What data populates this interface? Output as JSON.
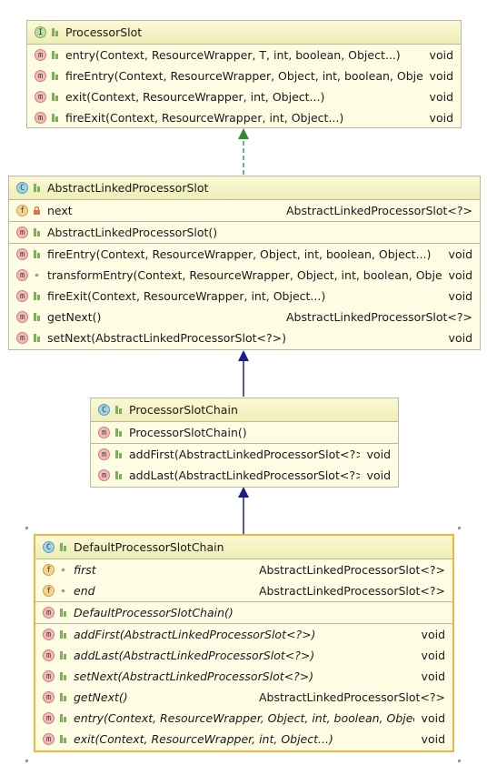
{
  "classes": {
    "processor_slot": {
      "title": "ProcessorSlot",
      "methods": [
        {
          "name": "entry(Context, ResourceWrapper, T, int, boolean, Object...)",
          "type": "void"
        },
        {
          "name": "fireEntry(Context, ResourceWrapper, Object, int, boolean, Object...)",
          "type": "void"
        },
        {
          "name": "exit(Context, ResourceWrapper, int, Object...)",
          "type": "void"
        },
        {
          "name": "fireExit(Context, ResourceWrapper, int, Object...)",
          "type": "void"
        }
      ]
    },
    "abstract_linked": {
      "title": "AbstractLinkedProcessorSlot",
      "fields": [
        {
          "name": "next",
          "type": "AbstractLinkedProcessorSlot<?>"
        }
      ],
      "constructors": [
        {
          "name": "AbstractLinkedProcessorSlot()"
        }
      ],
      "methods": [
        {
          "name": "fireEntry(Context, ResourceWrapper, Object, int, boolean, Object...)",
          "type": "void"
        },
        {
          "name": "transformEntry(Context, ResourceWrapper, Object, int, boolean, Object...)",
          "type": "void"
        },
        {
          "name": "fireExit(Context, ResourceWrapper, int, Object...)",
          "type": "void"
        },
        {
          "name": "getNext()",
          "type": "AbstractLinkedProcessorSlot<?>"
        },
        {
          "name": "setNext(AbstractLinkedProcessorSlot<?>)",
          "type": "void"
        }
      ]
    },
    "slot_chain": {
      "title": "ProcessorSlotChain",
      "constructors": [
        {
          "name": "ProcessorSlotChain()"
        }
      ],
      "methods": [
        {
          "name": "addFirst(AbstractLinkedProcessorSlot<?>)",
          "type": "void"
        },
        {
          "name": "addLast(AbstractLinkedProcessorSlot<?>)",
          "type": "void"
        }
      ]
    },
    "default_chain": {
      "title": "DefaultProcessorSlotChain",
      "fields": [
        {
          "name": "first",
          "type": "AbstractLinkedProcessorSlot<?>"
        },
        {
          "name": "end",
          "type": "AbstractLinkedProcessorSlot<?>"
        }
      ],
      "constructors": [
        {
          "name": "DefaultProcessorSlotChain()"
        }
      ],
      "methods": [
        {
          "name": "addFirst(AbstractLinkedProcessorSlot<?>)",
          "type": "void"
        },
        {
          "name": "addLast(AbstractLinkedProcessorSlot<?>)",
          "type": "void"
        },
        {
          "name": "setNext(AbstractLinkedProcessorSlot<?>)",
          "type": "void"
        },
        {
          "name": "getNext()",
          "type": "AbstractLinkedProcessorSlot<?>"
        },
        {
          "name": "entry(Context, ResourceWrapper, Object, int, boolean, Object...)",
          "type": "void"
        },
        {
          "name": "exit(Context, ResourceWrapper, int, Object...)",
          "type": "void"
        }
      ]
    }
  },
  "badges": {
    "method": "m",
    "field": "f",
    "class": "C",
    "interface": "I"
  },
  "colors": {
    "box_bg": "#fefde3",
    "realization_arrow": "#2e8b2e",
    "inheritance_arrow": "#1c1c8c",
    "selection_border": "#f2b53b"
  },
  "icons": {
    "method": "method-icon",
    "field": "field-icon",
    "class": "class-icon",
    "interface": "interface-icon",
    "public": "public-visibility-icon",
    "protected": "protected-visibility-icon",
    "private": "private-lock-icon"
  }
}
